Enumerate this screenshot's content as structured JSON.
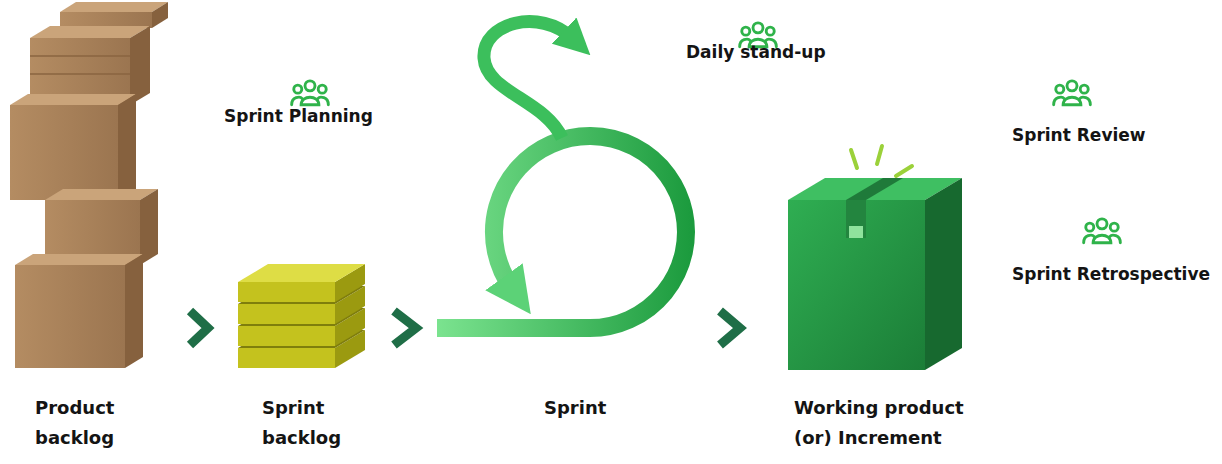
{
  "diagram": {
    "nodes": [
      {
        "text": [
          "Product backlog"
        ]
      },
      {
        "text": [
          "Sprint backlog"
        ]
      },
      {
        "text": [
          "Sprint"
        ]
      },
      {
        "text": [
          "Working product (or) Increment"
        ]
      }
    ],
    "edges": [
      {
        "from": 0,
        "to": 1,
        "arrow": "to"
      },
      {
        "from": 1,
        "to": 2,
        "arrow": "to"
      },
      {
        "from": 2,
        "to": 3,
        "arrow": "to"
      }
    ],
    "labels": [
      "Sprint Planning",
      "Daily stand-up",
      "Sprint Review",
      "Sprint Retrospective"
    ]
  }
}
